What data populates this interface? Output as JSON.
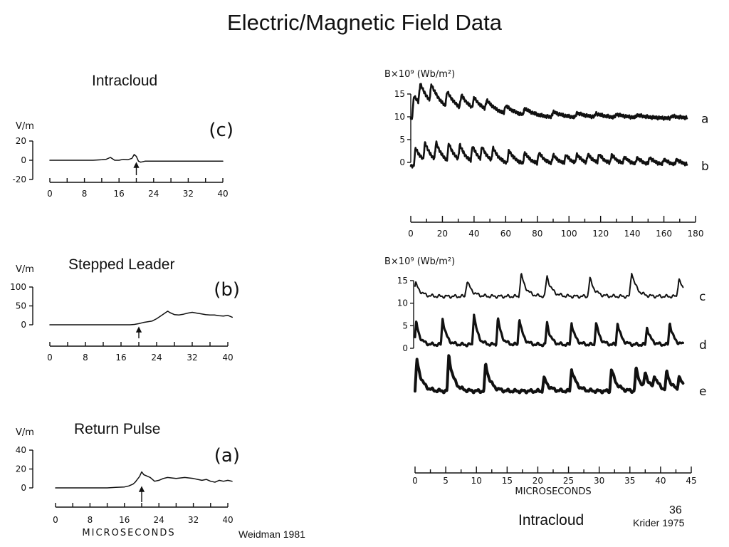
{
  "slide": {
    "title": "Electric/Magnetic Field Data",
    "number": "36",
    "credit_left": "Weidman 1981",
    "credit_right": "Krider 1975",
    "caption_left_top": "Intracloud",
    "caption_left_middle": "Stepped Leader",
    "caption_left_bottom": "Return Pulse",
    "caption_right_bottom": "Intracloud"
  },
  "chart_data": [
    {
      "type": "line",
      "panel_label": "(c)",
      "ylabel": "V/m",
      "ylim": [
        -20,
        20
      ],
      "yticks": [
        20,
        0,
        -20
      ],
      "xlim": [
        0,
        40
      ],
      "xticks": [
        0,
        8,
        16,
        24,
        32,
        40
      ],
      "arrow_at": 20,
      "series": [
        {
          "x": [
            0,
            4,
            8,
            10,
            12,
            13,
            14,
            15,
            16,
            17,
            18,
            19,
            19.5,
            20,
            20.5,
            21,
            22,
            24,
            28,
            32,
            36,
            40
          ],
          "y": [
            0,
            0,
            0,
            0,
            0.5,
            1,
            3,
            0,
            0,
            1,
            0.5,
            2,
            6,
            4,
            -1,
            -2,
            -1,
            -1,
            -1,
            -1,
            -1,
            -1
          ]
        }
      ]
    },
    {
      "type": "line",
      "panel_label": "(b)",
      "ylabel": "V/m",
      "ylim": [
        0,
        100
      ],
      "yticks": [
        100,
        50,
        0
      ],
      "xlim": [
        0,
        40
      ],
      "xticks": [
        0,
        8,
        16,
        24,
        32,
        40
      ],
      "arrow_at": 20,
      "series": [
        {
          "x": [
            0,
            4,
            8,
            12,
            16,
            18,
            19,
            20,
            21,
            22,
            23,
            24,
            25,
            26,
            26.5,
            27,
            28,
            29,
            30,
            31,
            32,
            33,
            34,
            35,
            36,
            37,
            38,
            39,
            40,
            41
          ],
          "y": [
            0,
            0,
            0,
            0,
            0,
            0,
            1,
            3,
            6,
            8,
            10,
            16,
            24,
            32,
            36,
            32,
            27,
            26,
            28,
            31,
            33,
            31,
            29,
            27,
            26,
            26,
            24,
            23,
            25,
            20
          ]
        }
      ]
    },
    {
      "type": "line",
      "panel_label": "(a)",
      "ylabel": "V/m",
      "ylim": [
        0,
        40
      ],
      "yticks": [
        40,
        20,
        0
      ],
      "xlim": [
        0,
        40
      ],
      "xticks": [
        0,
        8,
        16,
        24,
        32,
        40
      ],
      "xlabel": "MICROSECONDS",
      "arrow_at": 20,
      "series": [
        {
          "x": [
            0,
            4,
            8,
            12,
            14,
            16,
            17,
            18,
            18.5,
            19,
            19.5,
            20,
            20.5,
            21,
            22,
            23,
            24,
            25,
            26,
            28,
            30,
            32,
            33,
            34,
            35,
            36,
            37,
            38,
            39,
            40,
            41
          ],
          "y": [
            0,
            0,
            0,
            0,
            0.5,
            1,
            2,
            4,
            6,
            9,
            12,
            17,
            14,
            13,
            11,
            7,
            8,
            10,
            11,
            10,
            11,
            10,
            9,
            8,
            9,
            7,
            6,
            8,
            7,
            8,
            7
          ]
        }
      ]
    },
    {
      "type": "line",
      "ylabel": "B×10⁹ (Wb/m²)",
      "ylim": [
        0,
        15
      ],
      "yticks": [
        15,
        10,
        5,
        0
      ],
      "xlim": [
        0,
        180
      ],
      "xticks": [
        0,
        20,
        40,
        60,
        80,
        100,
        120,
        140,
        160,
        180
      ],
      "series": [
        {
          "name": "a",
          "offset": 0,
          "base": 9.6,
          "decay": 9,
          "pulse_width": 1.2,
          "pulse_times": [
            2,
            6,
            13,
            23,
            32,
            40,
            48,
            60,
            72,
            90,
            105,
            117,
            130,
            143,
            165
          ],
          "pulse_amps": [
            5,
            4.5,
            4,
            3.5,
            3,
            2.5,
            2.2,
            1.8,
            1.5,
            1.2,
            1.0,
            0.8,
            0.7,
            0.6,
            0.5
          ]
        },
        {
          "name": "b",
          "offset": -10,
          "base": 9.2,
          "decay": 5,
          "pulse_width": 1.1,
          "pulse_times": [
            3,
            9,
            16,
            24,
            31,
            39,
            45,
            52,
            62,
            72,
            81,
            90,
            98,
            105,
            112,
            119,
            127,
            135,
            143,
            151,
            160,
            168
          ],
          "pulse_amps": [
            4,
            4,
            4,
            4,
            3.5,
            3.5,
            3,
            3,
            3,
            2.5,
            2.5,
            2,
            2,
            2,
            2,
            2,
            2,
            1.5,
            1.5,
            1.5,
            1.2,
            1.2
          ]
        }
      ]
    },
    {
      "type": "line",
      "ylabel": "B×10⁹ (Wb/m²)",
      "ylim": [
        0,
        15
      ],
      "yticks": [
        15,
        10,
        5,
        0
      ],
      "xlim": [
        0,
        45
      ],
      "xticks": [
        0,
        5,
        10,
        15,
        20,
        25,
        30,
        35,
        40,
        45
      ],
      "xlabel": "MICROSECONDS",
      "series": [
        {
          "name": "c",
          "offset": 0,
          "base": 11.5,
          "decay": 0.8,
          "pulse_width": 0.4,
          "pulse_times": [
            0.1,
            8.5,
            17.3,
            21.5,
            28.5,
            35.3,
            43
          ],
          "pulse_amps": [
            3,
            3.5,
            5,
            4.5,
            4,
            5.5,
            4
          ]
        },
        {
          "name": "d",
          "offset": -8,
          "base": 8.8,
          "decay": 0.6,
          "pulse_width": 0.3,
          "pulse_times": [
            0.2,
            4.5,
            9.6,
            13.5,
            17,
            21.5,
            25.5,
            29.5,
            33,
            37.8,
            41.5
          ],
          "pulse_amps": [
            5,
            6,
            7,
            6,
            6,
            5,
            5,
            5,
            5,
            4,
            5
          ]
        },
        {
          "name": "e",
          "offset": -16,
          "base": 6.5,
          "decay": 0.8,
          "pulse_width": 0.3,
          "pulse_times": [
            0.3,
            5.5,
            11.5,
            21,
            25.5,
            32,
            36,
            37.5,
            39,
            41,
            43
          ],
          "pulse_amps": [
            7,
            8,
            6,
            3,
            5,
            5,
            5,
            3.5,
            3,
            4,
            3
          ]
        }
      ]
    }
  ]
}
